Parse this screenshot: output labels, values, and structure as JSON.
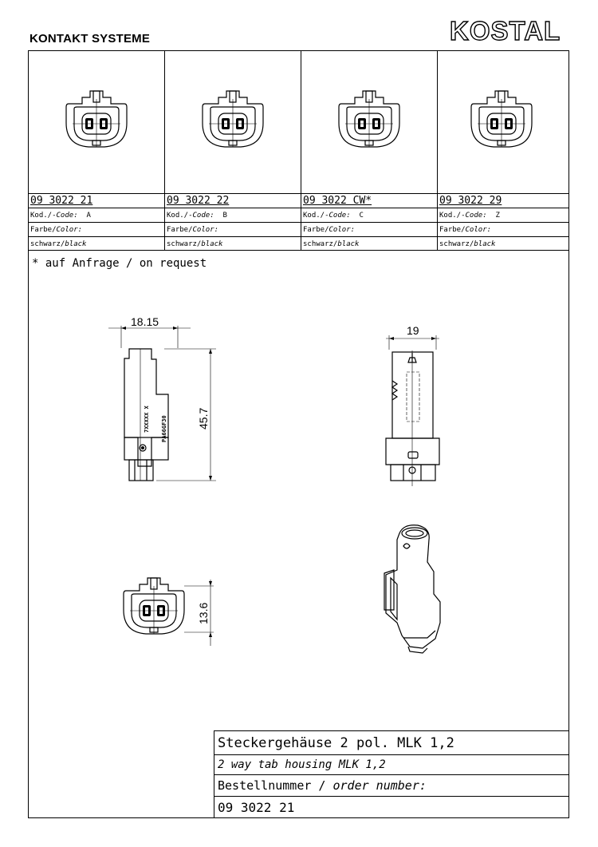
{
  "header": {
    "company_line": "KONTAKT SYSTEME",
    "logo_text": "KOSTAL"
  },
  "variants": [
    {
      "part_number": "09 3022 21",
      "code_label_de": "Kod./-",
      "code_label_en": "Code:",
      "code_value": "A",
      "color_label_de": "Farbe/",
      "color_label_en": "Color:",
      "color_value_de": "schwarz/",
      "color_value_en": "black"
    },
    {
      "part_number": "09 3022 22",
      "code_label_de": "Kod./-",
      "code_label_en": "Code:",
      "code_value": "B",
      "color_label_de": "Farbe/",
      "color_label_en": "Color:",
      "color_value_de": "schwarz/",
      "color_value_en": "black"
    },
    {
      "part_number": "09 3022 CW*",
      "code_label_de": "Kod./-",
      "code_label_en": "Code:",
      "code_value": "C",
      "color_label_de": "Farbe/",
      "color_label_en": "Color:",
      "color_value_de": "schwarz/",
      "color_value_en": "black"
    },
    {
      "part_number": "09 3022 29",
      "code_label_de": "Kod./-",
      "code_label_en": "Code:",
      "code_value": "Z",
      "color_label_de": "Farbe/",
      "color_label_en": "Color:",
      "color_value_de": "schwarz/",
      "color_value_en": "black"
    }
  ],
  "note": "* auf Anfrage / on request",
  "dimensions": {
    "side_width": "18.15",
    "side_height": "45.7",
    "front_width": "19",
    "end_height": "13.6"
  },
  "markings": {
    "mark_1": "7XXXXX X",
    "mark_2": "PA66GF30"
  },
  "title_block": {
    "title_de": "Steckergehäuse 2 pol. MLK 1,2",
    "title_en": "2 way tab housing MLK 1,2",
    "order_label_de": "Bestellnummer / ",
    "order_label_en": "order number:",
    "order_number": "09 3022 21"
  }
}
